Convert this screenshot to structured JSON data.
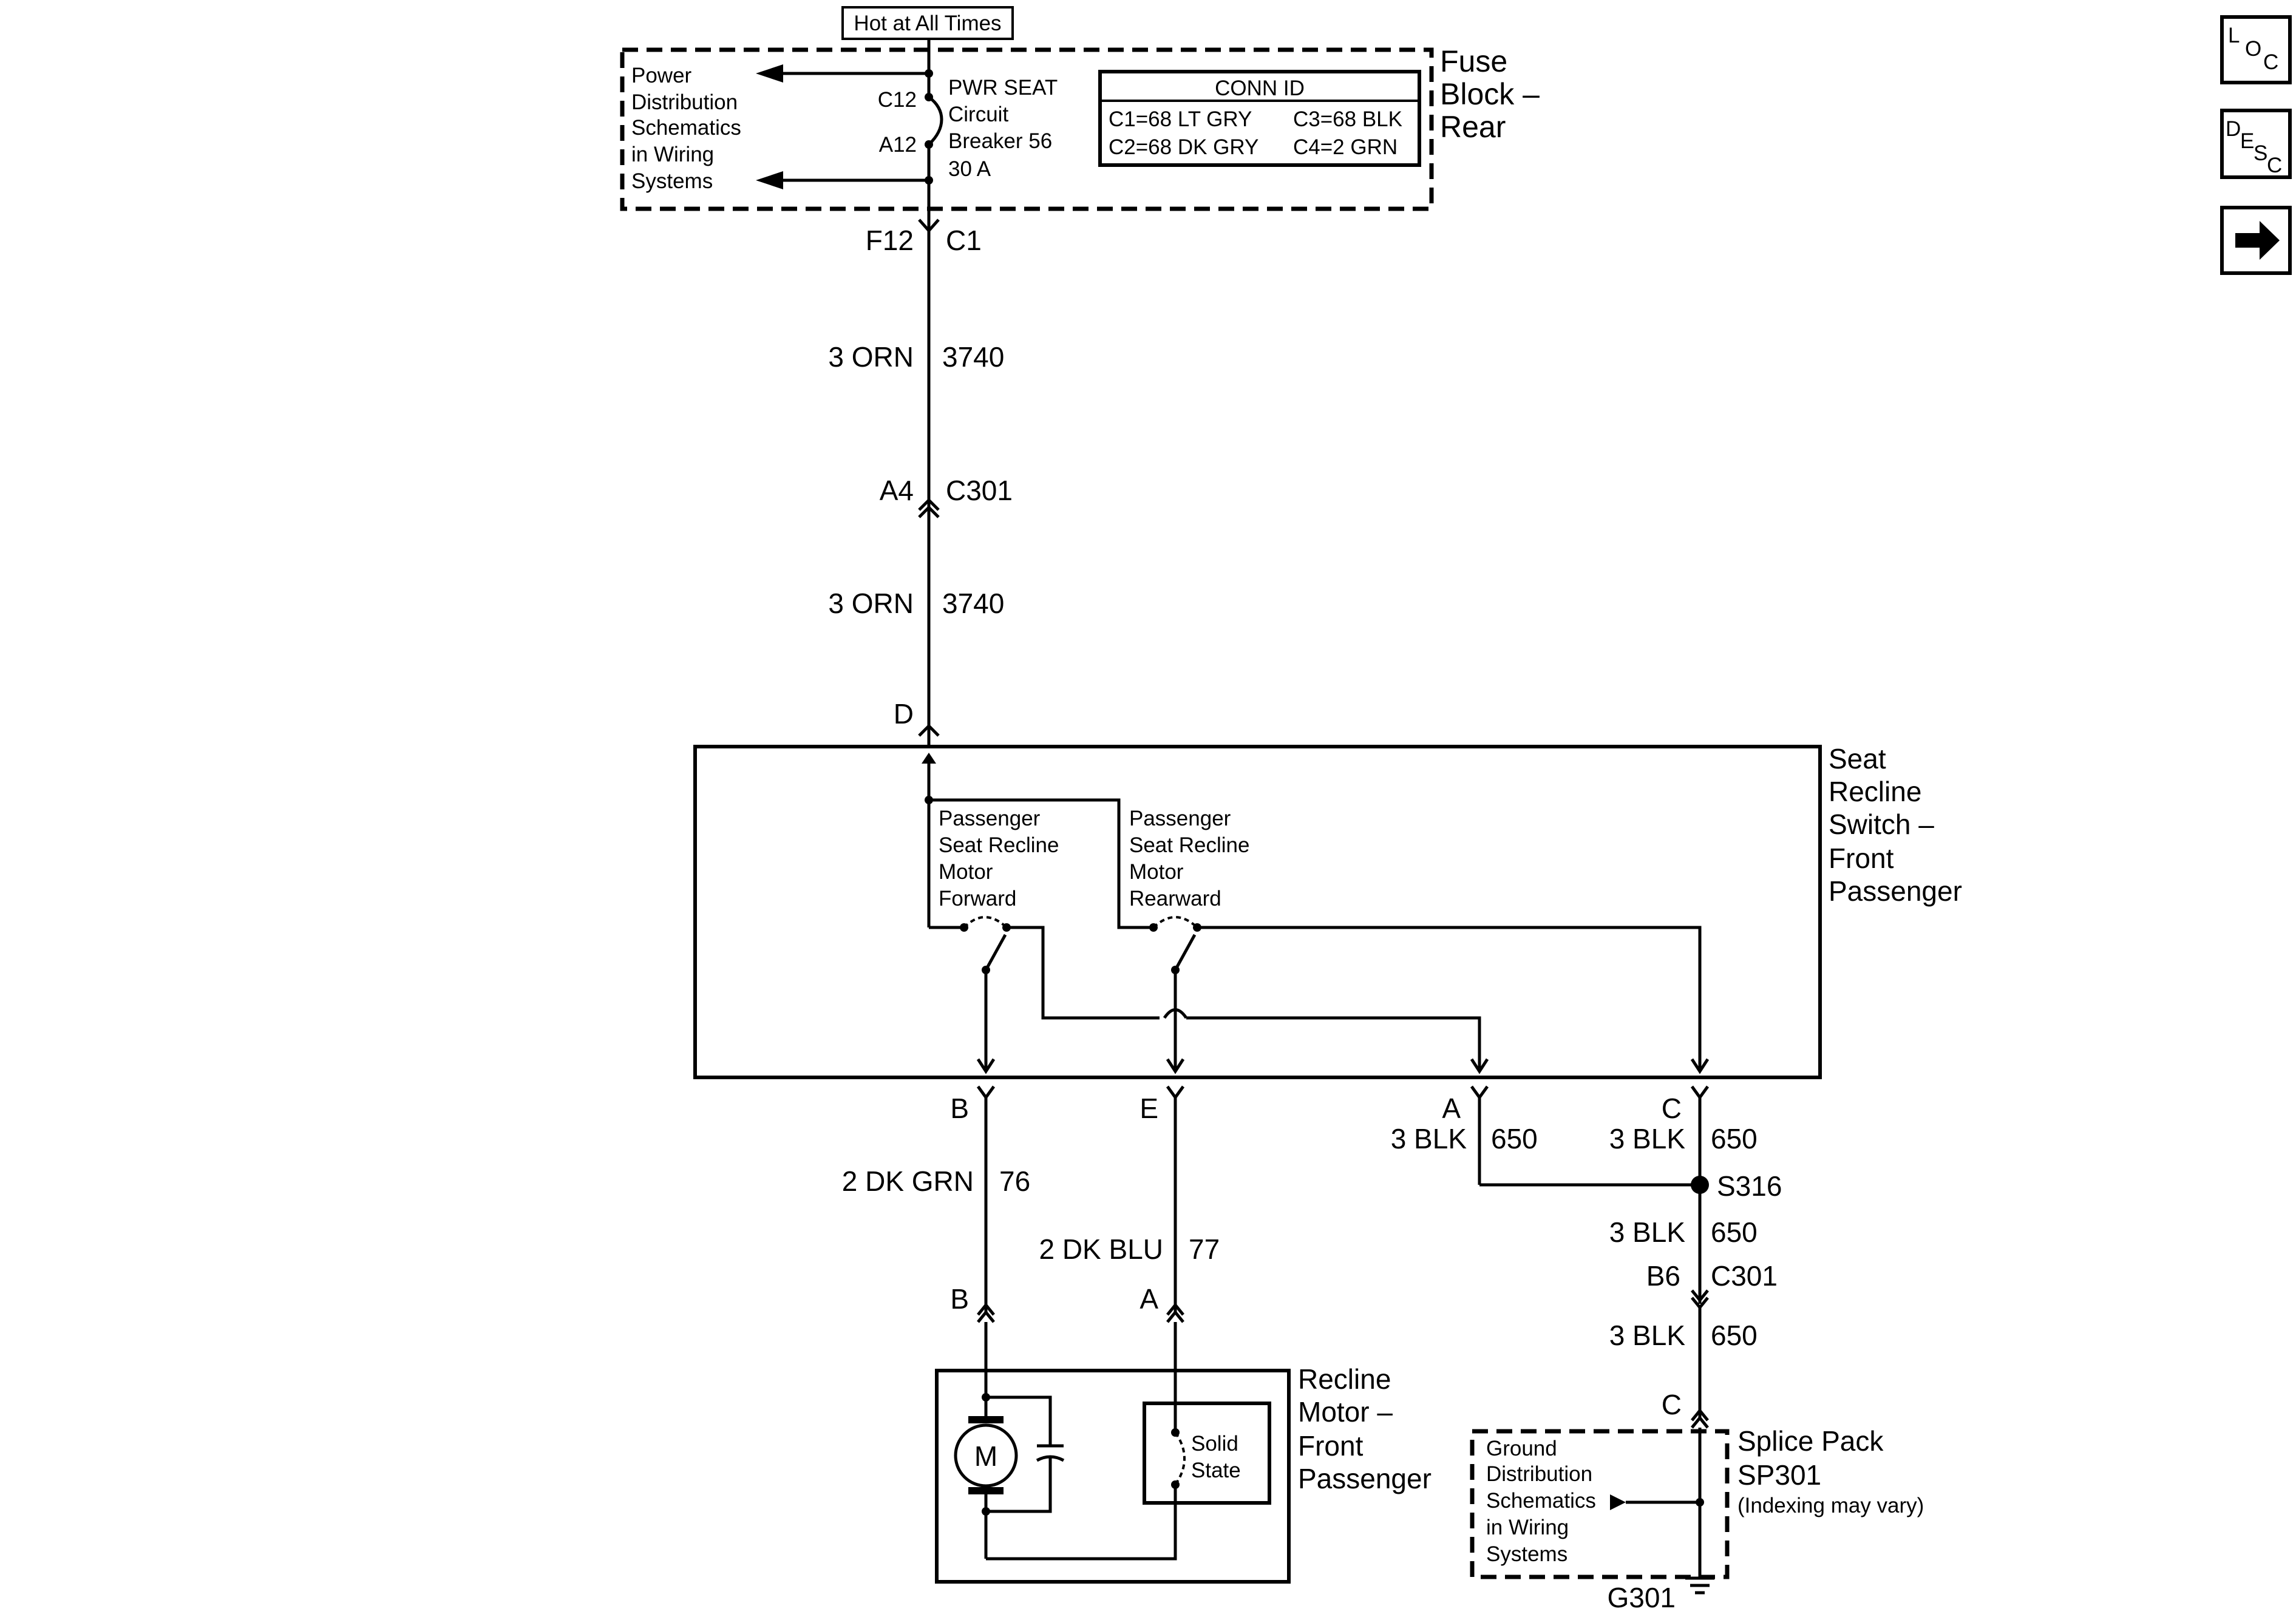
{
  "nav": {
    "loc": {
      "l": "L",
      "o": "O",
      "c": "C"
    },
    "desc": {
      "d": "D",
      "e": "E",
      "s": "S",
      "c": "C"
    },
    "next_icon": "right-arrow-icon"
  },
  "header": {
    "hot": "Hot at All Times"
  },
  "fuse_block": {
    "name": [
      "Fuse",
      "Block –",
      "Rear"
    ],
    "power_ref": [
      "Power",
      "Distribution",
      "Schematics",
      "in Wiring",
      "Systems"
    ],
    "breaker": [
      "PWR SEAT",
      "Circuit",
      "Breaker 56",
      "30 A"
    ],
    "pin_top": "C12",
    "pin_bottom": "A12",
    "conn_id": {
      "title": "CONN ID",
      "c1": "C1=68 LT GRY",
      "c3": "C3=68 BLK",
      "c2": "C2=68 DK GRY",
      "c4": "C4=2 GRN"
    }
  },
  "wiring": {
    "f12": "F12",
    "c1": "C1",
    "w1_gauge": "3 ORN",
    "w1_circuit": "3740",
    "a4": "A4",
    "c301a": "C301",
    "w2_gauge": "3 ORN",
    "w2_circuit": "3740",
    "pin_d": "D"
  },
  "switch": {
    "name": [
      "Seat",
      "Recline",
      "Switch –",
      "Front",
      "Passenger"
    ],
    "forward": [
      "Passenger",
      "Seat Recline",
      "Motor",
      "Forward"
    ],
    "rearward": [
      "Passenger",
      "Seat Recline",
      "Motor",
      "Rearward"
    ],
    "pin_b": "B",
    "pin_e": "E",
    "pin_a": "A",
    "pin_c": "C"
  },
  "lower": {
    "dkgrn_gauge": "2 DK GRN",
    "dkgrn_circuit": "76",
    "dkblu_gauge": "2 DK BLU",
    "dkblu_circuit": "77",
    "motor_pin_b": "B",
    "motor_pin_a": "A",
    "blk_a_gauge": "3 BLK",
    "blk_a_circuit": "650",
    "blk_c_gauge": "3 BLK",
    "blk_c_circuit": "650",
    "s316": "S316",
    "blk_s_gauge": "3 BLK",
    "blk_s_circuit": "650",
    "b6": "B6",
    "c301b": "C301",
    "blk_b_gauge": "3 BLK",
    "blk_b_circuit": "650",
    "sp_pin_c": "C"
  },
  "motor": {
    "name": [
      "Recline",
      "Motor –",
      "Front",
      "Passenger"
    ],
    "m": "M",
    "solid_state": [
      "Solid",
      "State"
    ]
  },
  "splice": {
    "name": [
      "Splice Pack",
      "SP301"
    ],
    "note": "(Indexing may vary)",
    "ground_ref": [
      "Ground",
      "Distribution",
      "Schematics",
      "in Wiring",
      "Systems"
    ],
    "g301": "G301"
  }
}
